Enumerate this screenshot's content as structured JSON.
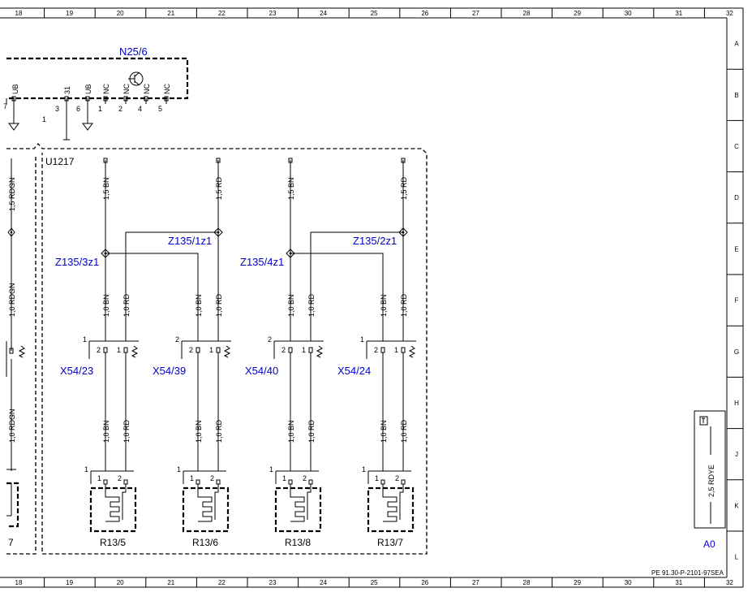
{
  "frame": {
    "columns": [
      "18",
      "19",
      "20",
      "21",
      "22",
      "23",
      "24",
      "25",
      "26",
      "27",
      "28",
      "29",
      "30",
      "31",
      "32"
    ],
    "rows": [
      "A",
      "B",
      "C",
      "D",
      "E",
      "F",
      "G",
      "H",
      "J",
      "K",
      "L"
    ],
    "footer_code": "PE 91.30-P-2101-97SEA"
  },
  "module_n25": {
    "name": "N25/6",
    "pins": [
      "3",
      "6",
      "1",
      "2",
      "4",
      "5"
    ],
    "pin_labels": [
      "UB",
      "31",
      "UB",
      "NC",
      "NC",
      "NC",
      "NC"
    ],
    "left_pin": "7",
    "wire_no": "1"
  },
  "unit": {
    "name": "U1217"
  },
  "left_column": {
    "wire_top": "1,5 RDGN",
    "wire_mid": "1,0 RDGN",
    "wire_bot": "1,0 RDGN",
    "part_tail": "7"
  },
  "splices": [
    {
      "name": "Z135/3z1"
    },
    {
      "name": "Z135/1z1"
    },
    {
      "name": "Z135/4z1"
    },
    {
      "name": "Z135/2z1"
    }
  ],
  "top_wires": [
    "1,5 BN",
    "1,5 RD",
    "1,5 BN",
    "1,5 RD"
  ],
  "groups": [
    {
      "connector": "X54/23",
      "conn_index": "1",
      "pins": [
        "2",
        "1"
      ],
      "w_mid": [
        "1,0 BN",
        "1,0 RD"
      ],
      "w_bot": [
        "1,0 BN",
        "1,0 RD"
      ],
      "heater": "R13/5",
      "heater_index": "1",
      "heater_pins": [
        "1",
        "2"
      ]
    },
    {
      "connector": "X54/39",
      "conn_index": "2",
      "pins": [
        "2",
        "1"
      ],
      "w_mid": [
        "1,0 BN",
        "1,0 RD"
      ],
      "w_bot": [
        "1,0 BN",
        "1,0 RD"
      ],
      "heater": "R13/6",
      "heater_index": "1",
      "heater_pins": [
        "1",
        "2"
      ]
    },
    {
      "connector": "X54/40",
      "conn_index": "2",
      "pins": [
        "2",
        "1"
      ],
      "w_mid": [
        "1,0 BN",
        "1,0 RD"
      ],
      "w_bot": [
        "1,0 BN",
        "1,0 RD"
      ],
      "heater": "R13/8",
      "heater_index": "1",
      "heater_pins": [
        "1",
        "2"
      ]
    },
    {
      "connector": "X54/24",
      "conn_index": "1",
      "pins": [
        "2",
        "1"
      ],
      "w_mid": [
        "1,0 BN",
        "1,0 RD"
      ],
      "w_bot": [
        "1,0 BN",
        "1,0 RD"
      ],
      "heater": "R13/7",
      "heater_index": "1",
      "heater_pins": [
        "1",
        "2"
      ]
    }
  ],
  "reference": {
    "wire": "2,5 RDYE",
    "name": "A0"
  },
  "colors": {
    "label_blue": "#0000cc",
    "line": "#000000"
  }
}
